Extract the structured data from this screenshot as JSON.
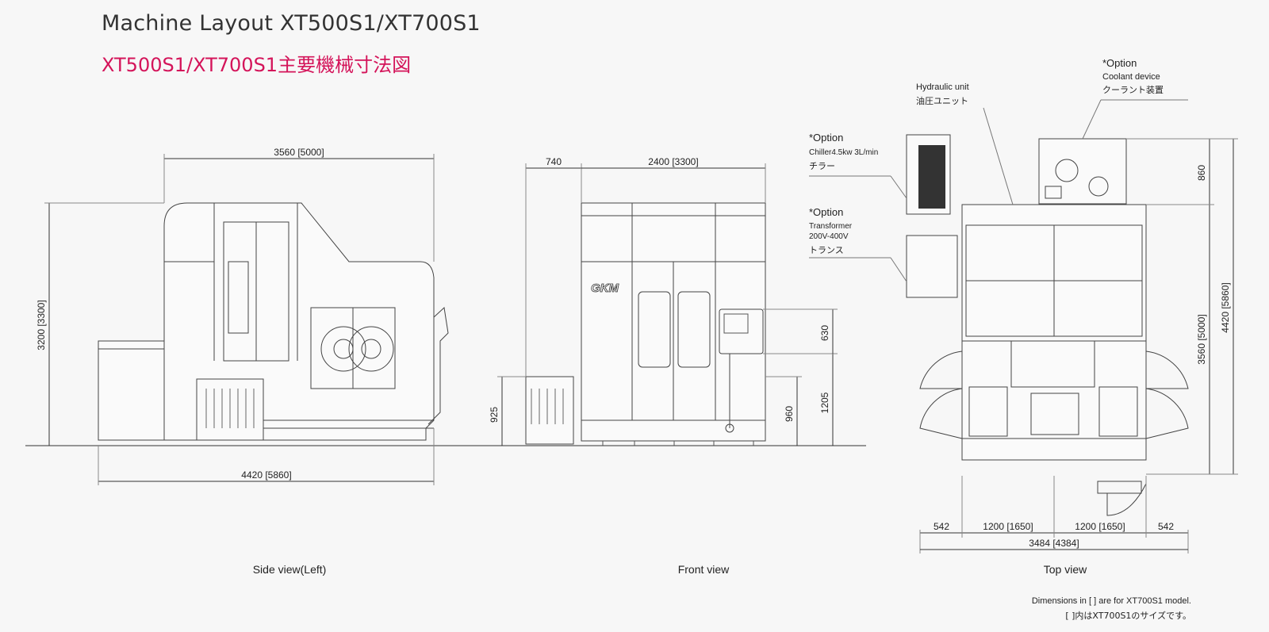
{
  "header": {
    "title": "Machine Layout XT500S1/XT700S1",
    "subtitle_jp": "XT500S1/XT700S1主要機械寸法図"
  },
  "views": {
    "side": {
      "caption": "Side view(Left)",
      "dim_width": "3560 [5000]",
      "dim_height": "3200 [3300]",
      "dim_overall": "4420 [5860]"
    },
    "front": {
      "caption": "Front view",
      "brand": "GKM",
      "dim_left": "740",
      "dim_width": "2400 [3300]",
      "dim_925": "925",
      "dim_960": "960",
      "dim_1205": "1205",
      "dim_630": "630"
    },
    "top": {
      "caption": "Top view",
      "dim_860": "860",
      "dim_3560": "3560 [5000]",
      "dim_4420": "4420 [5860]",
      "dim_542_left": "542",
      "dim_1200_left": "1200 [1650]",
      "dim_1200_right": "1200 [1650]",
      "dim_542_right": "542",
      "dim_total": "3484 [4384]"
    }
  },
  "callouts": {
    "hydraulic_en": "Hydraulic unit",
    "hydraulic_jp": "油圧ユニット",
    "coolant_opt": "*Option",
    "coolant_en": "Coolant device",
    "coolant_jp": "クーラント装置",
    "chiller_opt": "*Option",
    "chiller_en": "Chiller4.5kw 3L/min",
    "chiller_jp": "チラー",
    "transformer_opt": "*Option",
    "transformer_en": "Transformer",
    "transformer_volt": "200V-400V",
    "transformer_jp": "トランス"
  },
  "footnote": {
    "line1": "Dimensions in [    ] are for XT700S1 model.",
    "line2": "[    ]内はXT700S1のサイズです。"
  }
}
